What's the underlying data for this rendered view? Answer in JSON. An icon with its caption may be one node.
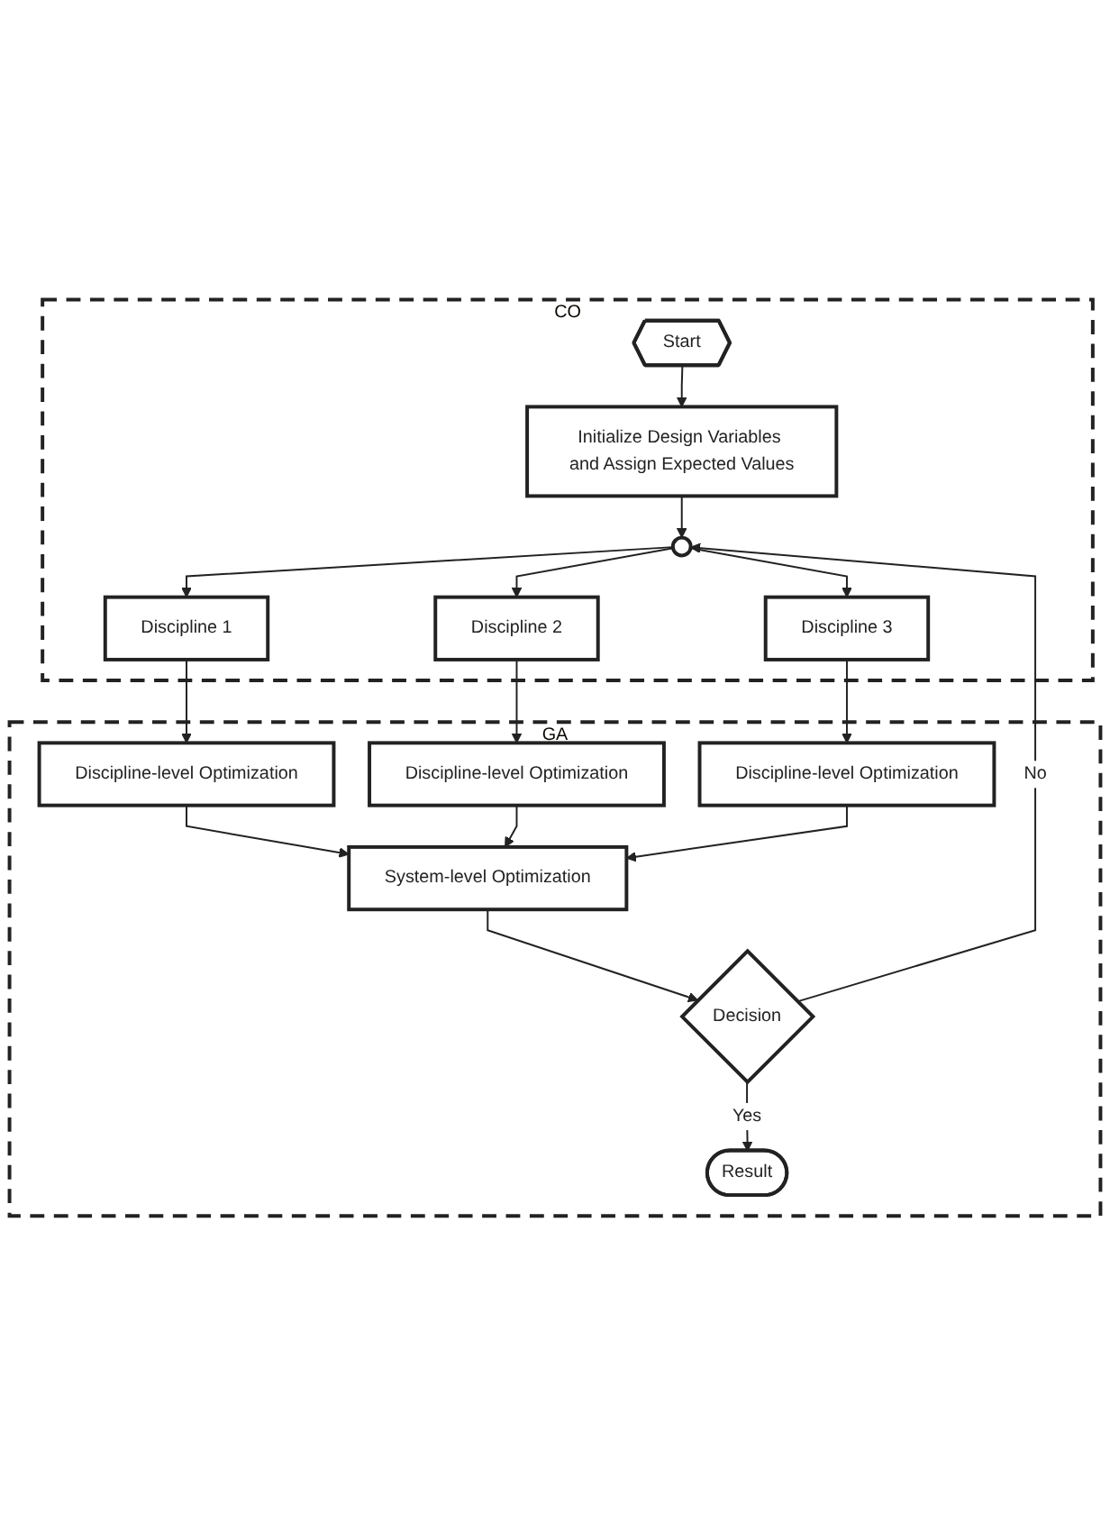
{
  "diagram": {
    "nodes": [
      {
        "text": [
          "CO"
        ]
      },
      {
        "text": [
          "Start"
        ],
        "in": 0
      },
      {
        "text": [
          "Initialize Design Variables and Assign Expected Values"
        ],
        "in": 0
      },
      {
        "text": [],
        "shape": "circle",
        "in": 0
      },
      {
        "text": [
          "Discipline 1"
        ],
        "in": 0
      },
      {
        "text": [
          "Discipline 2"
        ],
        "in": 0
      },
      {
        "text": [
          "Discipline 3"
        ],
        "in": 0
      },
      {
        "text": [
          "GA"
        ]
      },
      {
        "text": [
          "Discipline-level Optimization"
        ],
        "in": 7
      },
      {
        "text": [
          "Discipline-level Optimization"
        ],
        "in": 7
      },
      {
        "text": [
          "Discipline-level Optimization"
        ],
        "in": 7
      },
      {
        "text": [
          "System-level Optimization"
        ],
        "in": 7
      },
      {
        "text": [
          "Decision"
        ],
        "in": 7
      },
      {
        "text": [
          "Result"
        ],
        "in": 7
      }
    ],
    "edges": [
      {
        "from": 1,
        "to": 2,
        "arrow": "to"
      },
      {
        "from": 2,
        "to": 3,
        "arrow": "to"
      },
      {
        "from": 3,
        "to": 4,
        "arrow": "to"
      },
      {
        "from": 3,
        "to": 5,
        "arrow": "to"
      },
      {
        "from": 3,
        "to": 6,
        "arrow": "to"
      },
      {
        "from": 4,
        "to": 8,
        "arrow": "to"
      },
      {
        "from": 5,
        "to": 9,
        "arrow": "to"
      },
      {
        "from": 6,
        "to": 10,
        "arrow": "to"
      },
      {
        "from": 8,
        "to": 11,
        "arrow": "to"
      },
      {
        "from": 9,
        "to": 11,
        "arrow": "to"
      },
      {
        "from": 10,
        "to": 11,
        "arrow": "to"
      },
      {
        "from": 11,
        "to": 12,
        "arrow": "to"
      },
      {
        "from": 12,
        "to": 3,
        "label": "No",
        "arrow": "to"
      },
      {
        "from": 12,
        "to": 13,
        "label": "Yes",
        "arrow": "to"
      }
    ]
  }
}
